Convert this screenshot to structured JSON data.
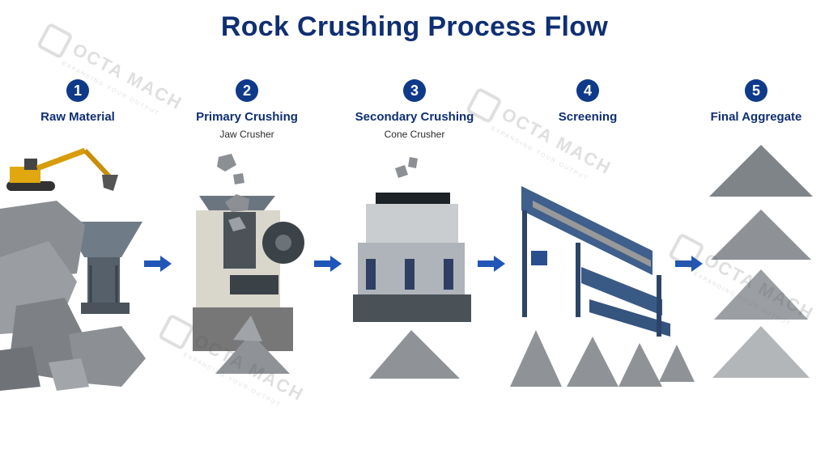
{
  "title": "Rock Crushing Process Flow",
  "stages": [
    {
      "number": "1",
      "label": "Raw Material",
      "sub": ""
    },
    {
      "number": "2",
      "label": "Primary Crushing",
      "sub": "Jaw Crusher"
    },
    {
      "number": "3",
      "label": "Secondary Crushing",
      "sub": "Cone Crusher"
    },
    {
      "number": "4",
      "label": "Screening",
      "sub": ""
    },
    {
      "number": "5",
      "label": "Final Aggregate",
      "sub": ""
    }
  ],
  "watermark": {
    "brand": "OCTA MACH",
    "tagline": "EXPANDING YOUR OUTPUT"
  },
  "colors": {
    "title": "#0f2f73",
    "badge": "#0f3a8a",
    "arrow": "#1f56b8"
  }
}
